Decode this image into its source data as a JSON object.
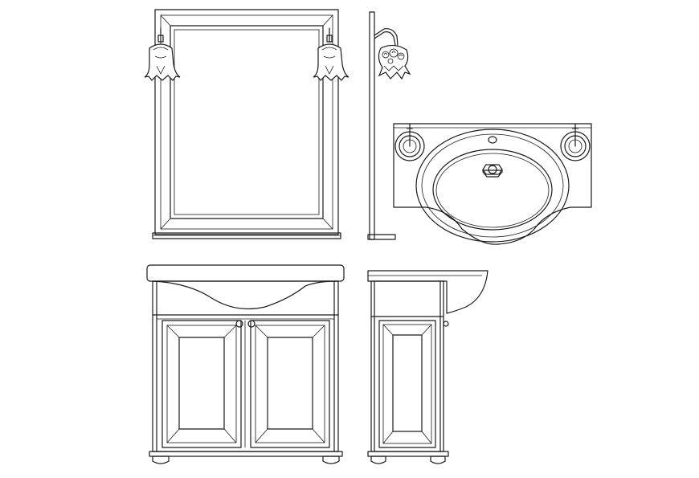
{
  "drawing": {
    "views": [
      "mirror-front-elevation",
      "mirror-side-elevation",
      "washbasin-plan-view",
      "vanity-cabinet-front-elevation",
      "vanity-cabinet-side-elevation"
    ],
    "colors": {
      "background": "#ffffff",
      "line": "#1a1a1a"
    }
  }
}
